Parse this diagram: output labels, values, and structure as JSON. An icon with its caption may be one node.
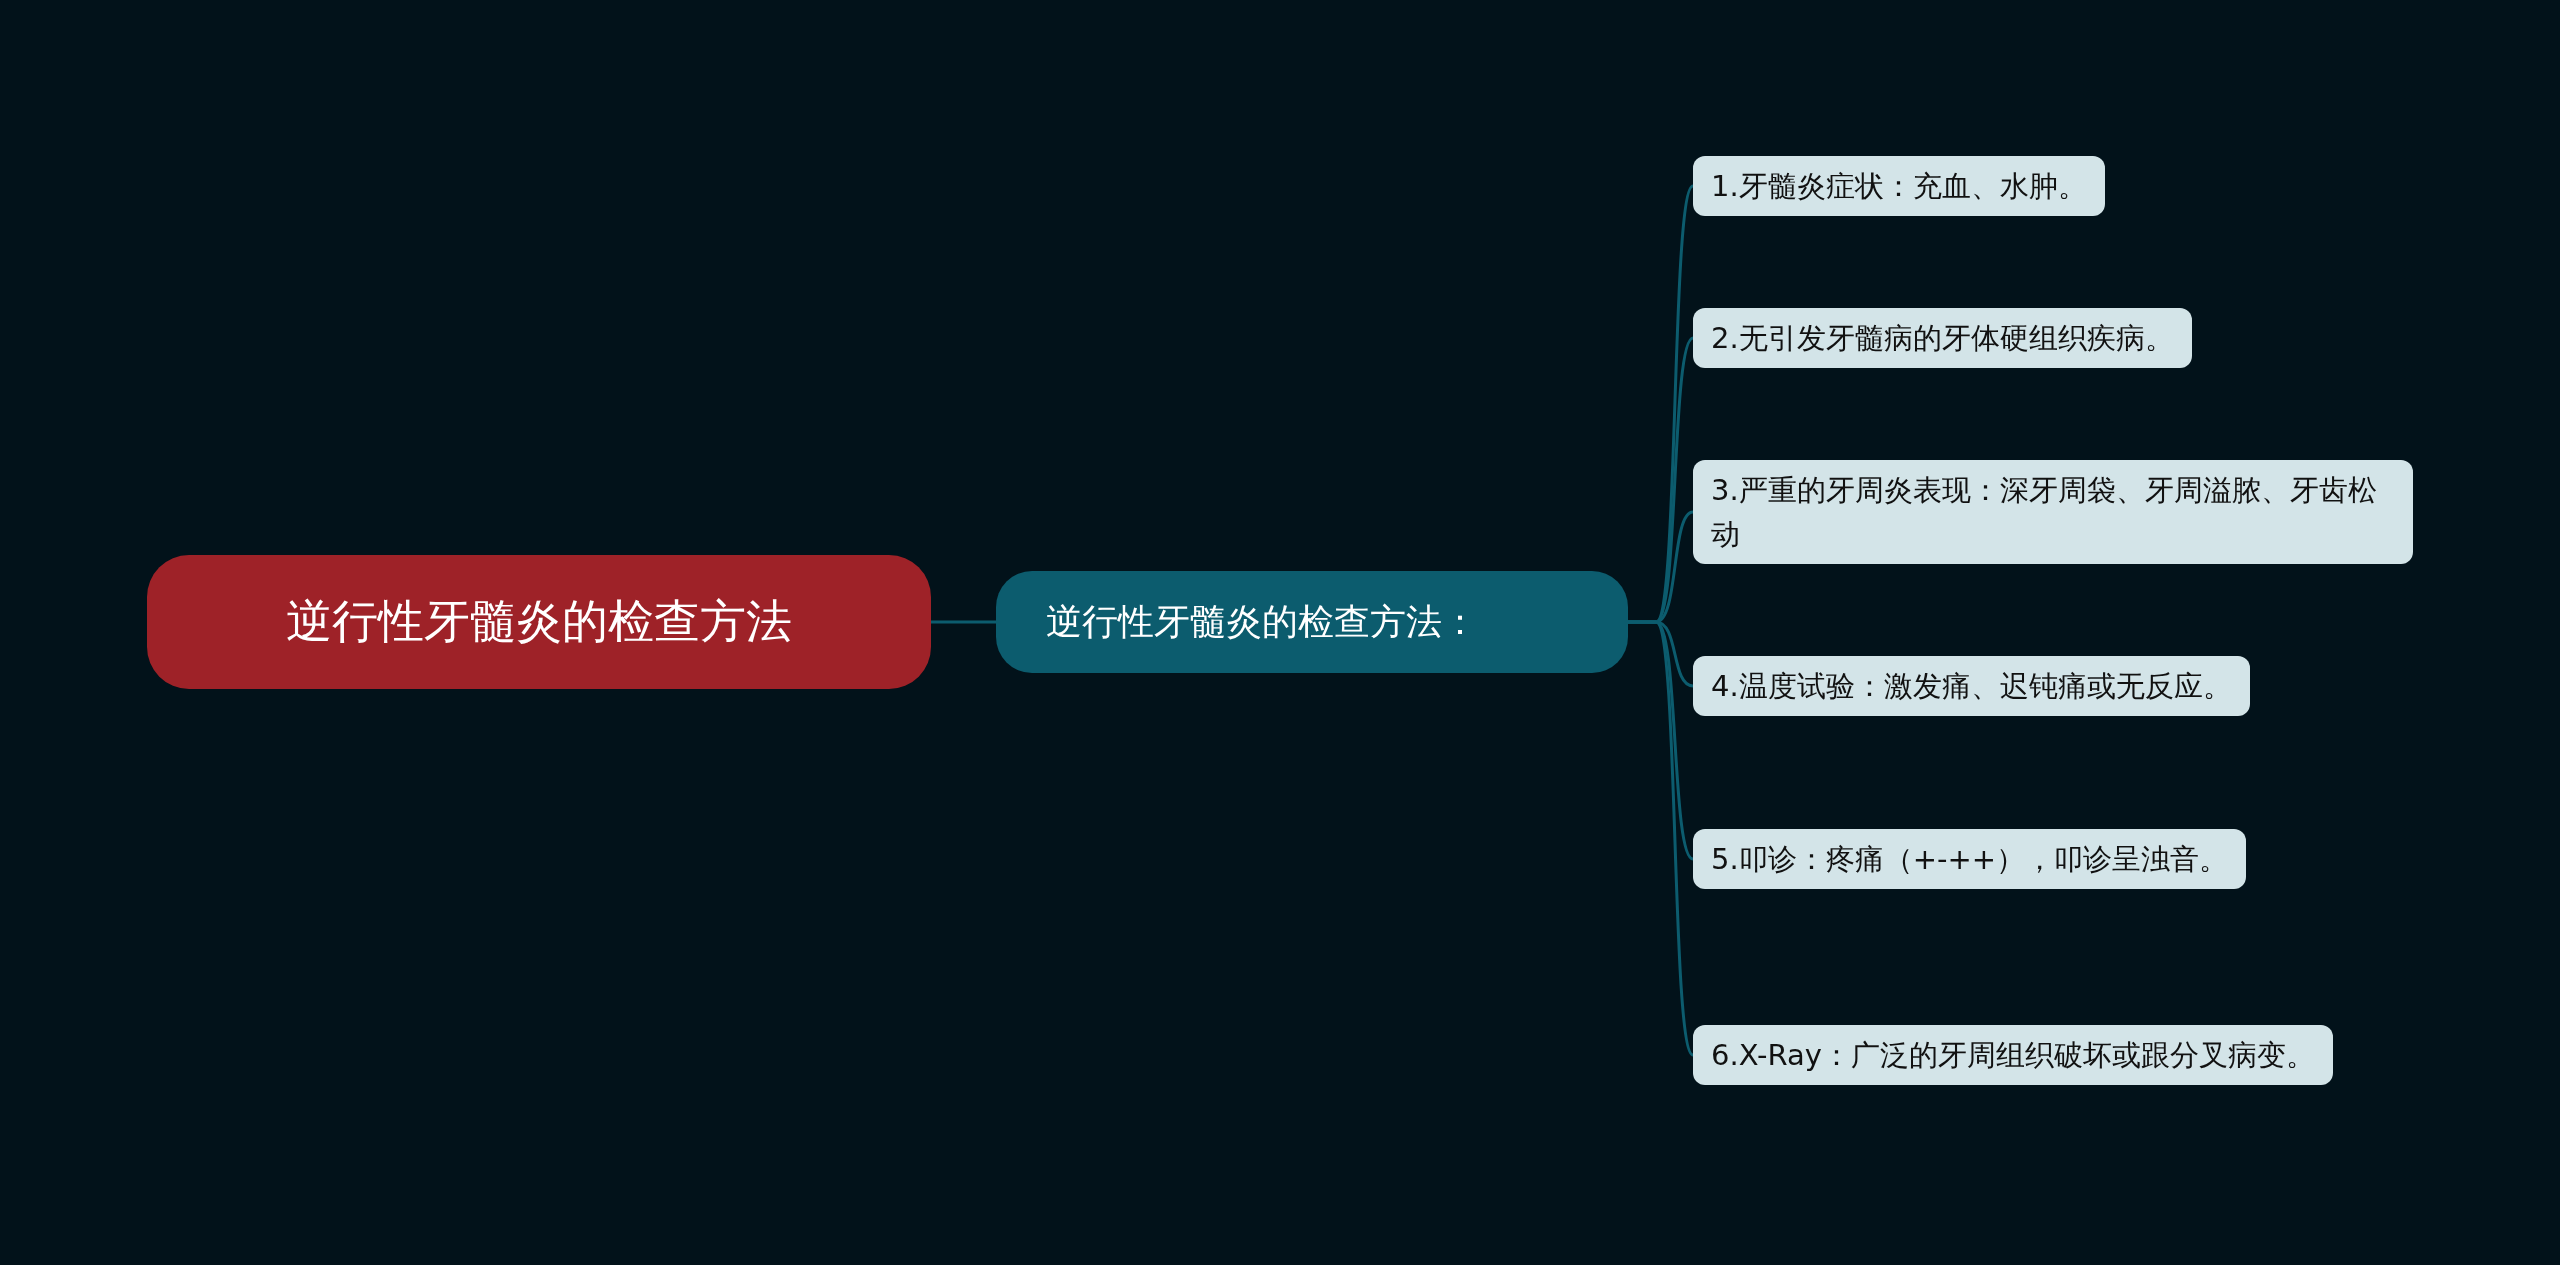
{
  "diagram": {
    "nodes": [
      {
        "text": [
          "逆行性牙髓炎的检查方法"
        ]
      },
      {
        "text": [
          "逆行性牙髓炎的检查方法："
        ]
      },
      {
        "text": [
          "1.牙髓炎症状：充血、水肿。"
        ]
      },
      {
        "text": [
          "2.无引发牙髓病的牙体硬组织疾病。"
        ]
      },
      {
        "text": [
          "3.严重的牙周炎表现：深牙周袋、牙周溢脓、牙齿松动"
        ]
      },
      {
        "text": [
          "4.温度试验：激发痛、迟钝痛或无反应。"
        ]
      },
      {
        "text": [
          "5.叩诊：疼痛（+-++），叩诊呈浊音。"
        ]
      },
      {
        "text": [
          "6.X-Ray：广泛的牙周组织破坏或跟分叉病变。"
        ]
      }
    ],
    "edges": [
      {
        "from": 0,
        "to": 1,
        "arrow": "none"
      },
      {
        "from": 1,
        "to": 2,
        "arrow": "none"
      },
      {
        "from": 1,
        "to": 3,
        "arrow": "none"
      },
      {
        "from": 1,
        "to": 4,
        "arrow": "none"
      },
      {
        "from": 1,
        "to": 5,
        "arrow": "none"
      },
      {
        "from": 1,
        "to": 6,
        "arrow": "none"
      },
      {
        "from": 1,
        "to": 7,
        "arrow": "none"
      }
    ]
  }
}
